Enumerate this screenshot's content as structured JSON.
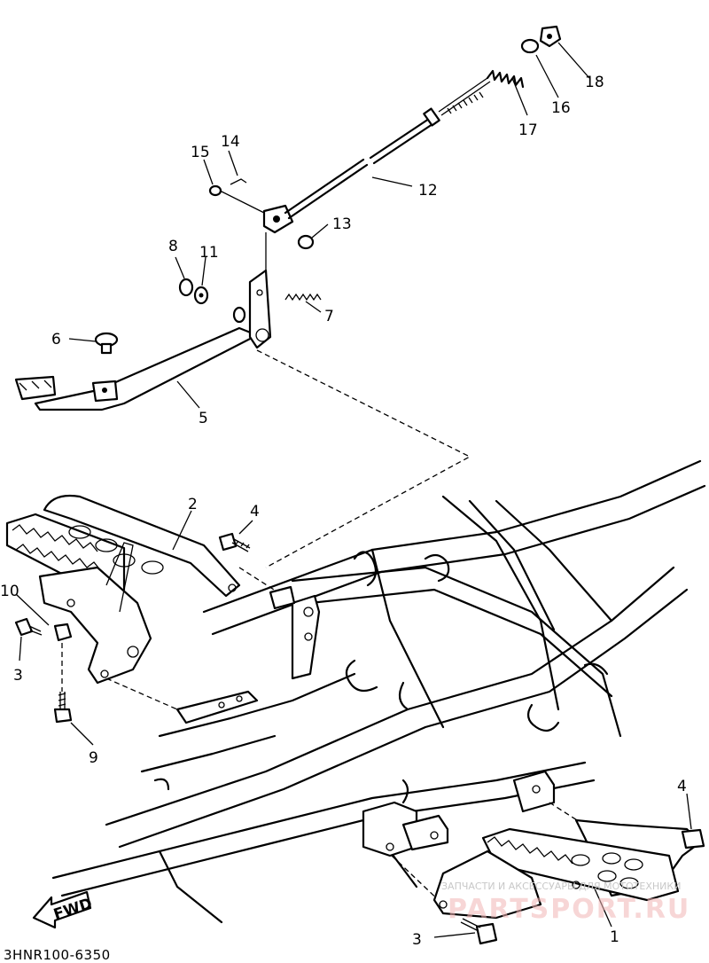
{
  "diagram_code": "3HNR100-6350",
  "fwd_label": "FWD",
  "watermark": {
    "line1": "ЗАПЧАСТИ И АКСЕССУАРЫ ДЛЯ МОТОТЕХНИКИ",
    "line2": "PARTSPORT.RU"
  },
  "callouts": [
    {
      "id": "1",
      "text": "1"
    },
    {
      "id": "2",
      "text": "2"
    },
    {
      "id": "3a",
      "text": "3"
    },
    {
      "id": "3b",
      "text": "3"
    },
    {
      "id": "4a",
      "text": "4"
    },
    {
      "id": "4b",
      "text": "4"
    },
    {
      "id": "5",
      "text": "5"
    },
    {
      "id": "6",
      "text": "6"
    },
    {
      "id": "7",
      "text": "7"
    },
    {
      "id": "8",
      "text": "8"
    },
    {
      "id": "9",
      "text": "9"
    },
    {
      "id": "10",
      "text": "10"
    },
    {
      "id": "11",
      "text": "11"
    },
    {
      "id": "12",
      "text": "12"
    },
    {
      "id": "13",
      "text": "13"
    },
    {
      "id": "14",
      "text": "14"
    },
    {
      "id": "15",
      "text": "15"
    },
    {
      "id": "16",
      "text": "16"
    },
    {
      "id": "17",
      "text": "17"
    },
    {
      "id": "18",
      "text": "18"
    }
  ]
}
